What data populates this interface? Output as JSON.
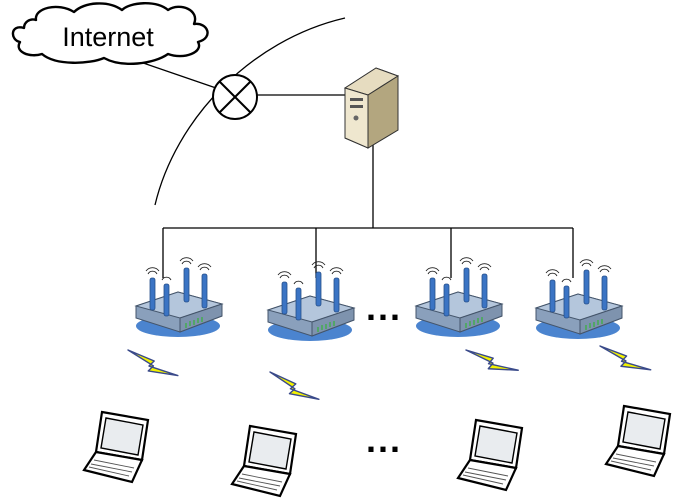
{
  "cloud": {
    "label": "Internet",
    "icon": "cloud-icon"
  },
  "junction": {
    "icon": "crossed-circle-icon"
  },
  "server": {
    "icon": "server-tower-icon"
  },
  "routers": {
    "icon": "wireless-router-icon",
    "count": 4
  },
  "links": {
    "icon": "lightning-bolt-icon",
    "count": 4
  },
  "laptops": {
    "icon": "laptop-icon",
    "count": 4
  },
  "ellipsis_top": "...",
  "ellipsis_bottom": "...",
  "colors": {
    "line": "#000000",
    "router_top": "#b4c6dc",
    "router_side": "#8aa0bc",
    "router_base": "#4b84cf",
    "antenna": "#3b74c4",
    "bolt_fill": "#f2f200",
    "bolt_stroke": "#3a4a8a",
    "server_front": "#efe7cf",
    "server_side": "#c8bd98",
    "screen": "#e9ecef"
  }
}
